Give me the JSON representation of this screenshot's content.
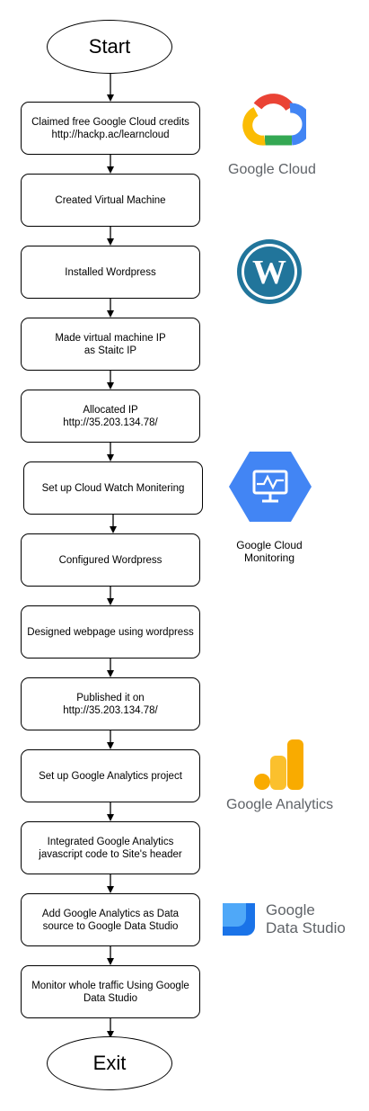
{
  "start": "Start",
  "exit": "Exit",
  "steps": [
    {
      "lines": [
        "Claimed free Google Cloud credits",
        "http://hackp.ac/learncloud"
      ]
    },
    {
      "lines": [
        "Created Virtual Machine"
      ]
    },
    {
      "lines": [
        "Installed Wordpress"
      ]
    },
    {
      "lines": [
        "Made virtual machine IP",
        "as Staitc IP"
      ]
    },
    {
      "lines": [
        "Allocated IP",
        "http://35.203.134.78/"
      ]
    },
    {
      "lines": [
        "Set up Cloud Watch Monitering"
      ]
    },
    {
      "lines": [
        "Configured Wordpress"
      ]
    },
    {
      "lines": [
        "Designed webpage using wordpress"
      ]
    },
    {
      "lines": [
        "Published it on",
        "http://35.203.134.78/"
      ]
    },
    {
      "lines": [
        "Set up Google Analytics project"
      ]
    },
    {
      "lines": [
        "Integrated Google Analytics",
        "javascript code to Site's header"
      ]
    },
    {
      "lines": [
        "Add Google Analytics as Data",
        "source to Google Data Studio"
      ]
    },
    {
      "lines": [
        "Monitor whole traffic Using Google",
        "Data Studio"
      ]
    }
  ],
  "logos": {
    "google_cloud": {
      "text": "Google Cloud",
      "icon": "google-cloud-icon"
    },
    "wordpress": {
      "icon": "wordpress-icon"
    },
    "cloud_monitoring": {
      "caption_line1": "Google Cloud",
      "caption_line2": "Monitoring",
      "icon": "monitoring-icon"
    },
    "google_analytics": {
      "text": "Google Analytics",
      "icon": "analytics-icon"
    },
    "data_studio": {
      "line1": "Google",
      "line2": "Data Studio",
      "icon": "data-studio-icon"
    }
  },
  "colors": {
    "google_blue": "#4285F4",
    "google_red": "#EA4335",
    "google_yellow": "#FBBC04",
    "google_green": "#34A853",
    "wordpress_blue": "#21759B",
    "analytics_orange": "#F9AB00",
    "analytics_yellow": "#FBC02D",
    "data_studio_blue": "#1A73E8",
    "data_studio_light": "#4FA8F8"
  }
}
